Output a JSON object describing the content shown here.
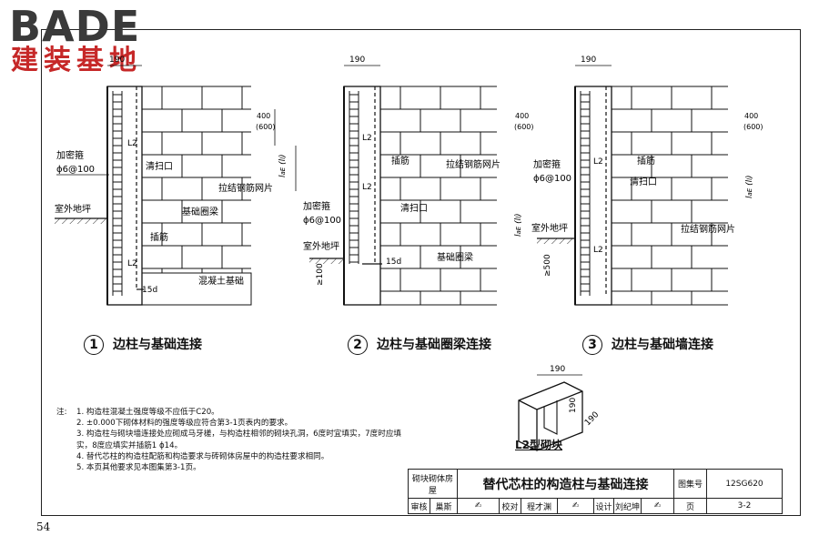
{
  "logo": {
    "brand": "BADE",
    "brand_cn": "建装基地"
  },
  "page_number": "54",
  "dims": {
    "w190": "190",
    "lam": "400\n(600)",
    "lae": "l_aE (l_l)",
    "h100": "≥100",
    "h500": "≥500",
    "d15": "15d"
  },
  "labels": {
    "jiamigu": "加密箍",
    "phi": "ϕ6@100",
    "qingsaokou": "清扫口",
    "lajie": "拉结钢筋网片",
    "shiwaidiping": "室外地坪",
    "jichuquanliang": "基础圈梁",
    "chajin": "插筋",
    "hunningtu": "混凝土基础",
    "L2": "L2"
  },
  "captions": [
    {
      "num": "1",
      "text": "边柱与基础连接"
    },
    {
      "num": "2",
      "text": "边柱与基础圈梁连接"
    },
    {
      "num": "3",
      "text": "边柱与基础墙连接"
    }
  ],
  "block": {
    "label": "L2型砌块",
    "dim1": "190",
    "dim2": "190",
    "dim3": "190"
  },
  "notes": {
    "prefix": "注:",
    "items": [
      "1. 构造柱混凝土强度等级不应低于C20。",
      "2. ±0.000下砌体材料的强度等级应符合第3-1页表内的要求。",
      "3. 构造柱与砌块墙连接处应砌成马牙槎，与构造柱相邻的砌块孔洞，6度时宜填实，7度时应填实，8度应填实并插筋1 ϕ14。",
      "4. 替代芯柱的构造柱配筋和构造要求与砖砌体房屋中的构造柱要求相同。",
      "5. 本页其他要求见本图集第3-1页。"
    ]
  },
  "title_block": {
    "category": "砌块砌体房屋",
    "title": "替代芯柱的构造柱与基础连接",
    "atlas_label": "图集号",
    "atlas_no": "12SG620",
    "review_label": "审核",
    "reviewer": "巢斯",
    "check_label": "校对",
    "checker": "程才渊",
    "design_label": "设计",
    "designer": "刘纪坤",
    "page_label": "页",
    "page_no": "3-2"
  }
}
